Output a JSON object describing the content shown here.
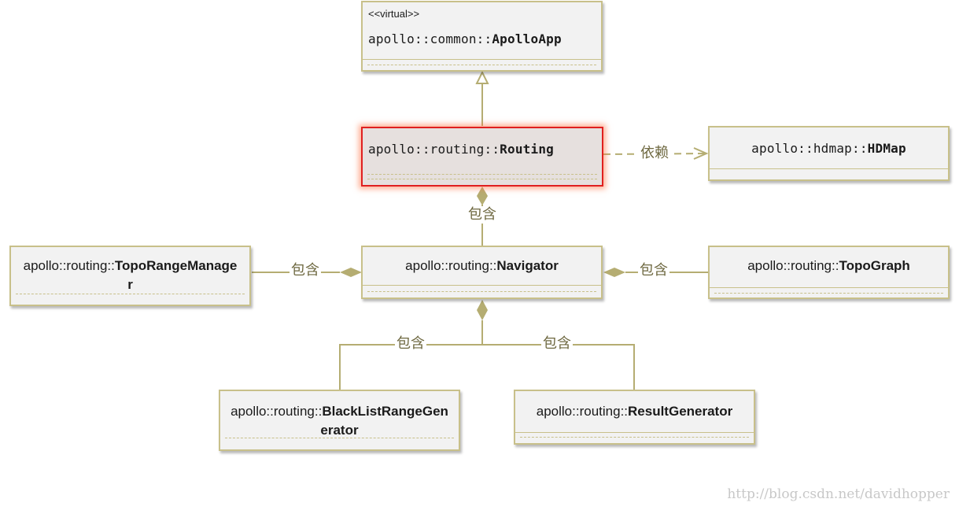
{
  "colors": {
    "line": "#b5ad72",
    "box_border": "#c8c08a",
    "box_fill": "#f2f2f2",
    "highlight_border": "#e02020",
    "highlight_fill": "#e6e0de",
    "label_text": "#6e6840"
  },
  "classes": {
    "apollo_app": {
      "stereotype": "<<virtual>>",
      "namespace": "apollo::common::",
      "name": "ApolloApp"
    },
    "routing": {
      "namespace": "apollo::routing::",
      "name": "Routing"
    },
    "hdmap": {
      "namespace": "apollo::hdmap::",
      "name": "HDMap"
    },
    "navigator": {
      "namespace": "apollo::routing::",
      "name": "Navigator"
    },
    "topo_range_manager": {
      "namespace": "apollo::routing::",
      "name": "TopoRangeManage",
      "name_wrap": "r"
    },
    "topo_graph": {
      "namespace": "apollo::routing::",
      "name": "TopoGraph"
    },
    "blacklist_range_generator": {
      "namespace": "apollo::routing::",
      "name": "BlackListRangeGen",
      "name_wrap": "erator"
    },
    "result_generator": {
      "namespace": "apollo::routing::",
      "name": "ResultGenerator"
    }
  },
  "relations": {
    "dependency_label": "依赖",
    "routing_navigator_label": "包含",
    "navigator_toporange_label": "包含",
    "navigator_topograph_label": "包含",
    "navigator_blacklist_label": "包含",
    "navigator_result_label": "包含"
  },
  "watermark": "http://blog.csdn.net/davidhopper"
}
